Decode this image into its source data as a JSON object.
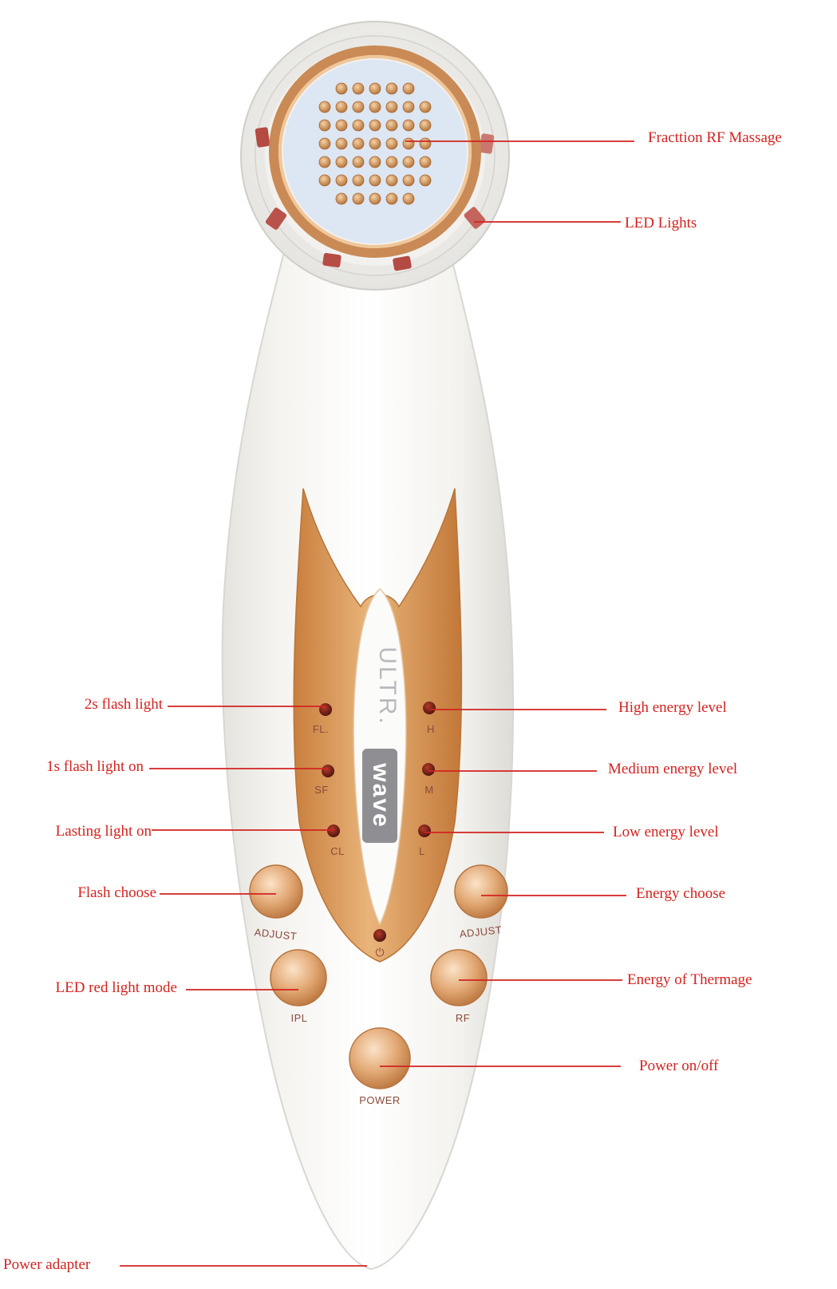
{
  "device": {
    "brand_top": "ULTR.",
    "brand_bottom": "wave",
    "panel_labels": {
      "fl": "FL.",
      "sf": "SF",
      "cl": "CL",
      "h": "H",
      "m": "M",
      "l": "L",
      "adjust_left": "ADJUST",
      "adjust_right": "ADJUST",
      "ipl": "IPL",
      "rf": "RF",
      "power": "POWER"
    }
  },
  "callouts": {
    "fraction_rf": "Fracttion RF Massage",
    "led_lights": "LED Lights",
    "flash_2s": "2s flash light",
    "flash_1s": "1s flash light on",
    "lasting": "Lasting light on",
    "flash_choose": "Flash choose",
    "led_red": "LED red light mode",
    "high": "High energy level",
    "medium": "Medium energy level",
    "low": "Low energy level",
    "energy_choose": "Energy choose",
    "thermage": "Energy of Thermage",
    "power_onoff": "Power on/off",
    "power_adapter": "Power adapter"
  },
  "colors": {
    "callout": "#d32320",
    "gold": "#d99a5e",
    "body": "#f6f5f2",
    "led_off": "#6b1d14"
  }
}
